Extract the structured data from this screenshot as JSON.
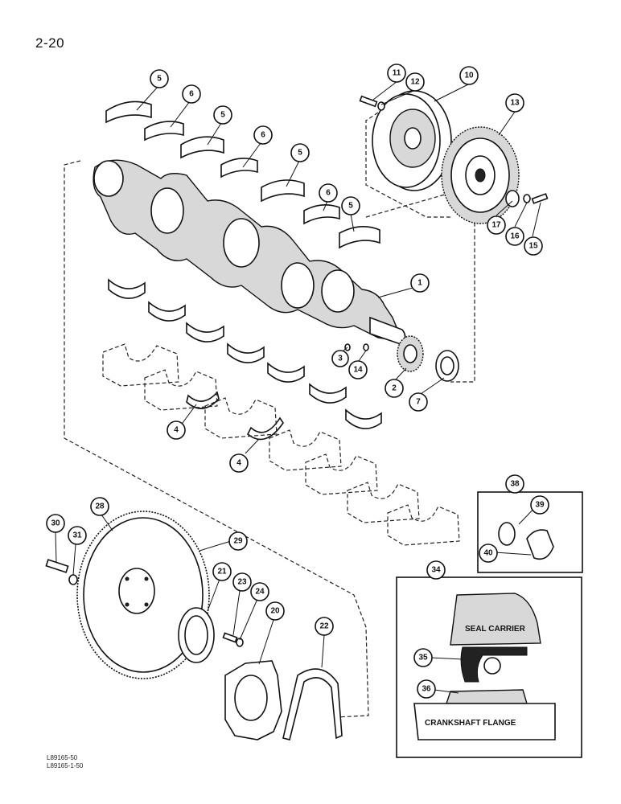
{
  "page_number": "2-20",
  "footer_codes": [
    "L89165-50",
    "L89165-1-50"
  ],
  "callouts": [
    "5",
    "6",
    "5",
    "6",
    "5",
    "6",
    "5",
    "11",
    "12",
    "10",
    "13",
    "17",
    "16",
    "15",
    "1",
    "3",
    "14",
    "2",
    "7",
    "4",
    "4",
    "38",
    "39",
    "40",
    "28",
    "29",
    "30",
    "31",
    "21",
    "23",
    "24",
    "20",
    "22",
    "34",
    "35",
    "36"
  ],
  "labels": {
    "seal_carrier": "SEAL CARRIER",
    "crankshaft_flange": "CRANKSHAFT FLANGE"
  }
}
